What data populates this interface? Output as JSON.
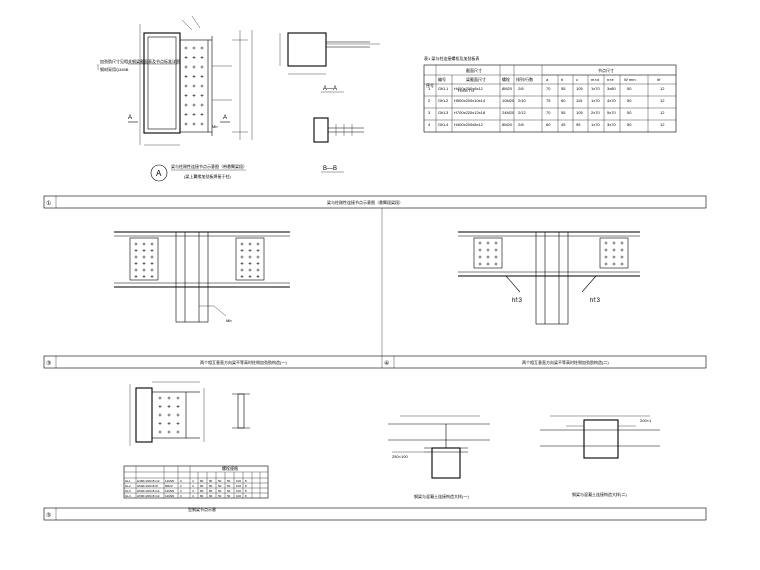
{
  "top": {
    "note_line1": "加劲肋尺寸见相关钢梁截面表及节点标准详图",
    "note_line2": "钢材采用Q345B",
    "label_a_left": "A",
    "label_a_right": "A",
    "mb_label": "Mb",
    "circle_A": "A",
    "caption1": "梁与柱刚性连接节点示意图（带悬臂梁段）",
    "caption2": "(梁上翼缘加劲板焊接于柱)",
    "section_aa": "A—A",
    "section_bb": "B—B"
  },
  "table": {
    "title": "表1 梁与柱连接螺栓及加劲板表",
    "group_header": "截面尺寸",
    "group_header2": "节点尺寸",
    "col_no": "序号",
    "col_code": "编号",
    "col_section": "梁截面尺寸",
    "col_section_sub": "H×B×T×t",
    "col_bolt": "螺栓",
    "col_rows": "排列/行数",
    "cols": [
      "a",
      "b",
      "c",
      "m×d",
      "n×e",
      "W mm",
      "hf"
    ],
    "rows": [
      {
        "no": "1",
        "code": "GKL1",
        "section": "H450x200x8x12",
        "bolt": "8M20",
        "rows": "2/8",
        "a": "70",
        "b": "55",
        "c": "105",
        "md": "1x70",
        "ne": "3x80",
        "w": "50",
        "hf": "12"
      },
      {
        "no": "2",
        "code": "GKL2",
        "section": "H500x200x10x14",
        "bolt": "10M20",
        "rows": "2/10",
        "a": "75",
        "b": "60",
        "c": "115",
        "md": "1x70",
        "ne": "4x70",
        "w": "50",
        "hf": "12"
      },
      {
        "no": "3",
        "code": "GKL3",
        "section": "H700x220x12x18",
        "bolt": "24M20",
        "rows": "2/12",
        "a": "70",
        "b": "55",
        "c": "105",
        "md": "2x70",
        "ne": "5x70",
        "w": "50",
        "hf": "12"
      },
      {
        "no": "4",
        "code": "GKL4",
        "section": "H400x200x8x12",
        "bolt": "8M20",
        "rows": "2/8",
        "a": "60",
        "b": "45",
        "c": "95",
        "md": "1x70",
        "ne": "3x70",
        "w": "50",
        "hf": "12"
      }
    ]
  },
  "band1": {
    "num": "①",
    "title": "梁与柱刚性连接节点示意图（悬臂段梁段）"
  },
  "band3": {
    "num": "③",
    "title": "两个相互垂直方向梁不等高时柱侧加劲肋构造(一)"
  },
  "band4": {
    "num": "④",
    "title": "两个相互垂直方向梁不等高时柱侧加劲肋构造(二)"
  },
  "mid": {
    "mb_left": "Mb",
    "weld_a": "hf:3",
    "weld_b": "hf:3"
  },
  "bottom": {
    "num": "⑤",
    "caption_left": "型钢梁节点示意",
    "caption_mid": "钢梁与混凝土连接构造大样(一)",
    "caption_right": "钢梁与混凝土连接构造大样(二)",
    "small_table_header": "螺栓规格",
    "small_rows": [
      [
        "GL1",
        "H450×200×8×12",
        "12M20",
        "3",
        "4",
        "80",
        "80",
        "50",
        "50",
        "100",
        "8"
      ],
      [
        "GL2",
        "H500×200×8×8",
        "8M20",
        "2",
        "4",
        "80",
        "80",
        "50",
        "50",
        "100",
        "8"
      ],
      [
        "GL3",
        "H500×200×8×12",
        "12M20",
        "3",
        "4",
        "80",
        "80",
        "50",
        "50",
        "100",
        "8"
      ],
      [
        "GL4",
        "H500×200×8×12",
        "12M20",
        "3",
        "4",
        "80",
        "80",
        "50",
        "50",
        "100",
        "8"
      ]
    ],
    "dim_left": "250×100",
    "dim_right": "200×1"
  }
}
